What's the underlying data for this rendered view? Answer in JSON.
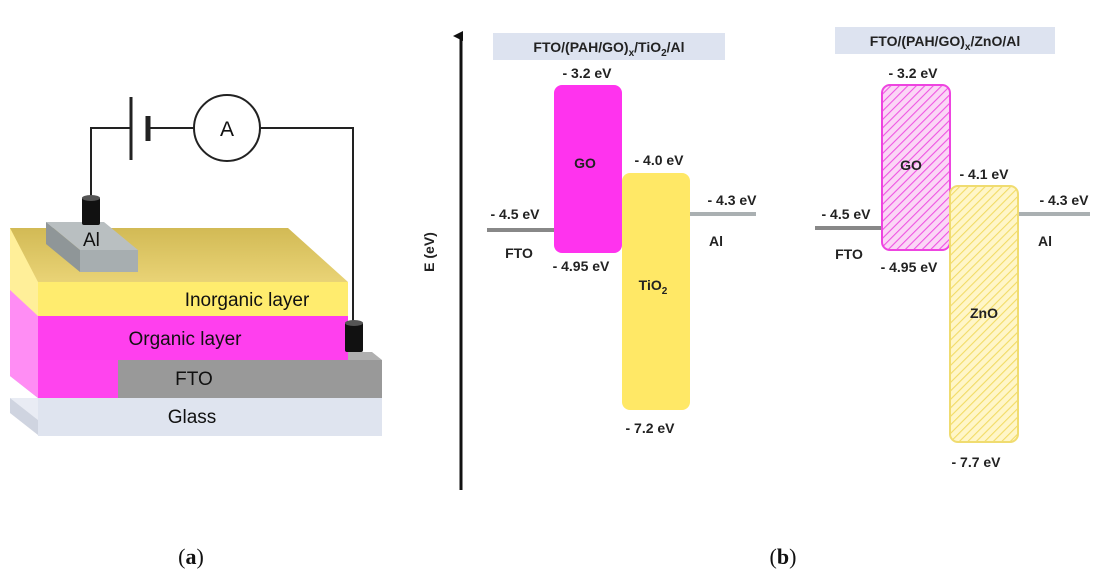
{
  "panel_a": {
    "meter_label": "A",
    "al_label": "Al",
    "inorganic_label": "Inorganic layer",
    "organic_label": "Organic layer",
    "fto_label": "FTO",
    "glass_label": "Glass",
    "caption_open": "(",
    "caption_letter": "a",
    "caption_close": ")"
  },
  "panel_b": {
    "axis_label": "E (eV)",
    "caption_open": "(",
    "caption_letter": "b",
    "caption_close": ")",
    "diagram1": {
      "title_pre": "FTO/(PAH/GO)",
      "title_sub1": "x",
      "title_mid": "/TiO",
      "title_sub2": "2",
      "title_post": "/Al",
      "go_label": "GO",
      "go_top": "- 3.2 eV",
      "go_bottom": "- 4.95 eV",
      "oxide_label": "TiO",
      "oxide_sub": "2",
      "oxide_top": "- 4.0 eV",
      "oxide_bottom": "- 7.2 eV",
      "fto_label": "FTO",
      "fto_level": "- 4.5 eV",
      "al_label": "Al",
      "al_level": "- 4.3 eV"
    },
    "diagram2": {
      "title_pre": "FTO/(PAH/GO)",
      "title_sub1": "x",
      "title_post": "/ZnO/Al",
      "go_label": "GO",
      "go_top": "- 3.2 eV",
      "go_bottom": "- 4.95 eV",
      "oxide_label": "ZnO",
      "oxide_top": "- 4.1 eV",
      "oxide_bottom": "- 7.7 eV",
      "fto_label": "FTO",
      "fto_level": "- 4.5 eV",
      "al_label": "Al",
      "al_level": "- 4.3 eV"
    }
  },
  "colors": {
    "go_magenta": "#ff33ee",
    "oxide_yellow": "#ffe866",
    "fto_gray": "#888888",
    "al_gray": "#aab0b2",
    "glass": "#dfe4ef",
    "title_bg": "#dde3f0"
  }
}
